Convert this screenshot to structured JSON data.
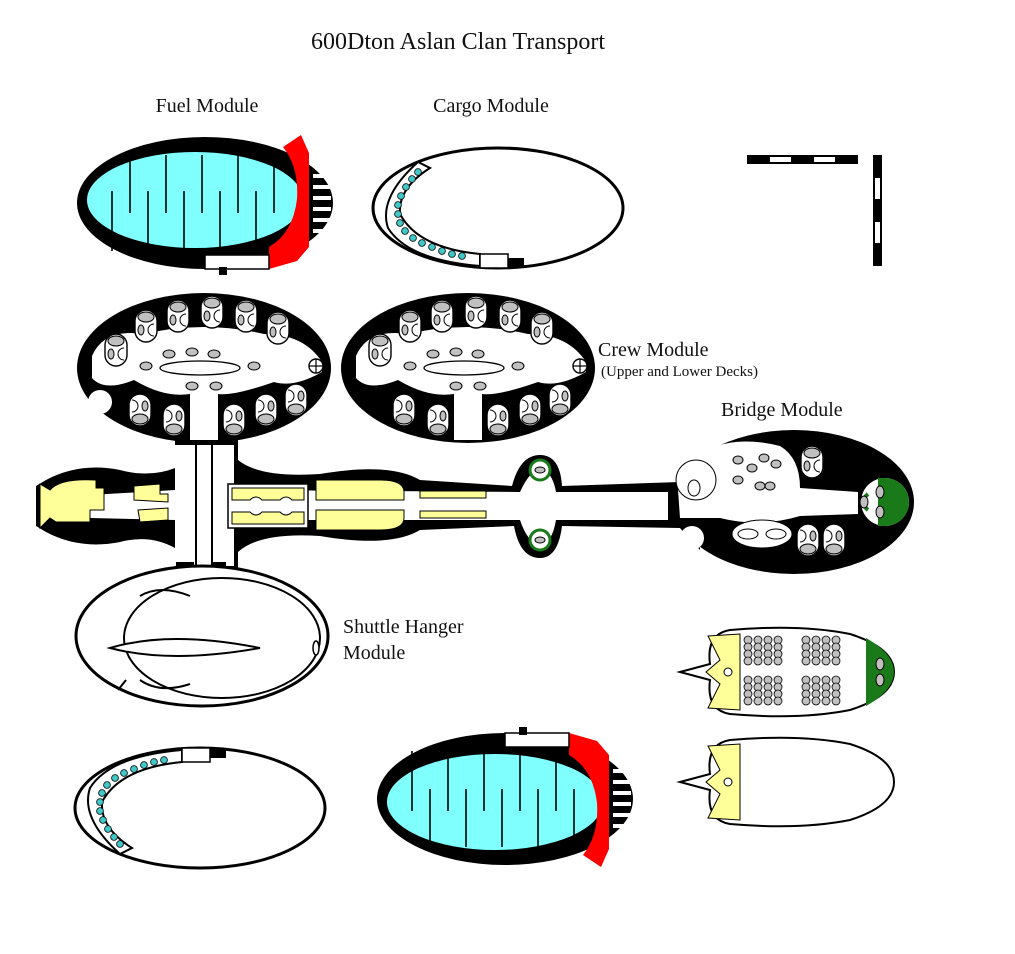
{
  "title": "600Dton Aslan Clan Transport",
  "labels": {
    "fuel_module": "Fuel Module",
    "cargo_module": "Cargo Module",
    "crew_module": "Crew Module",
    "crew_module_sub": "(Upper and Lower Decks)",
    "bridge_module": "Bridge Module",
    "shuttle_hanger_line1": "Shuttle Hanger",
    "shuttle_hanger_line2": "Module"
  },
  "colors": {
    "hull": "#000000",
    "fuel": "#80ffff",
    "fuel_walls": "#000000",
    "engineering": "#ff0000",
    "machinery": "#ffff99",
    "controls": "#1a7a1a",
    "furniture": "#c0c0c0",
    "cargo_dots": "#40c8c8",
    "floor": "#ffffff"
  },
  "icons": {
    "scale_bar": "scale-bar-icon",
    "airlock": "airlock-icon",
    "stateroom": "stateroom-icon",
    "lift": "lift-icon"
  }
}
